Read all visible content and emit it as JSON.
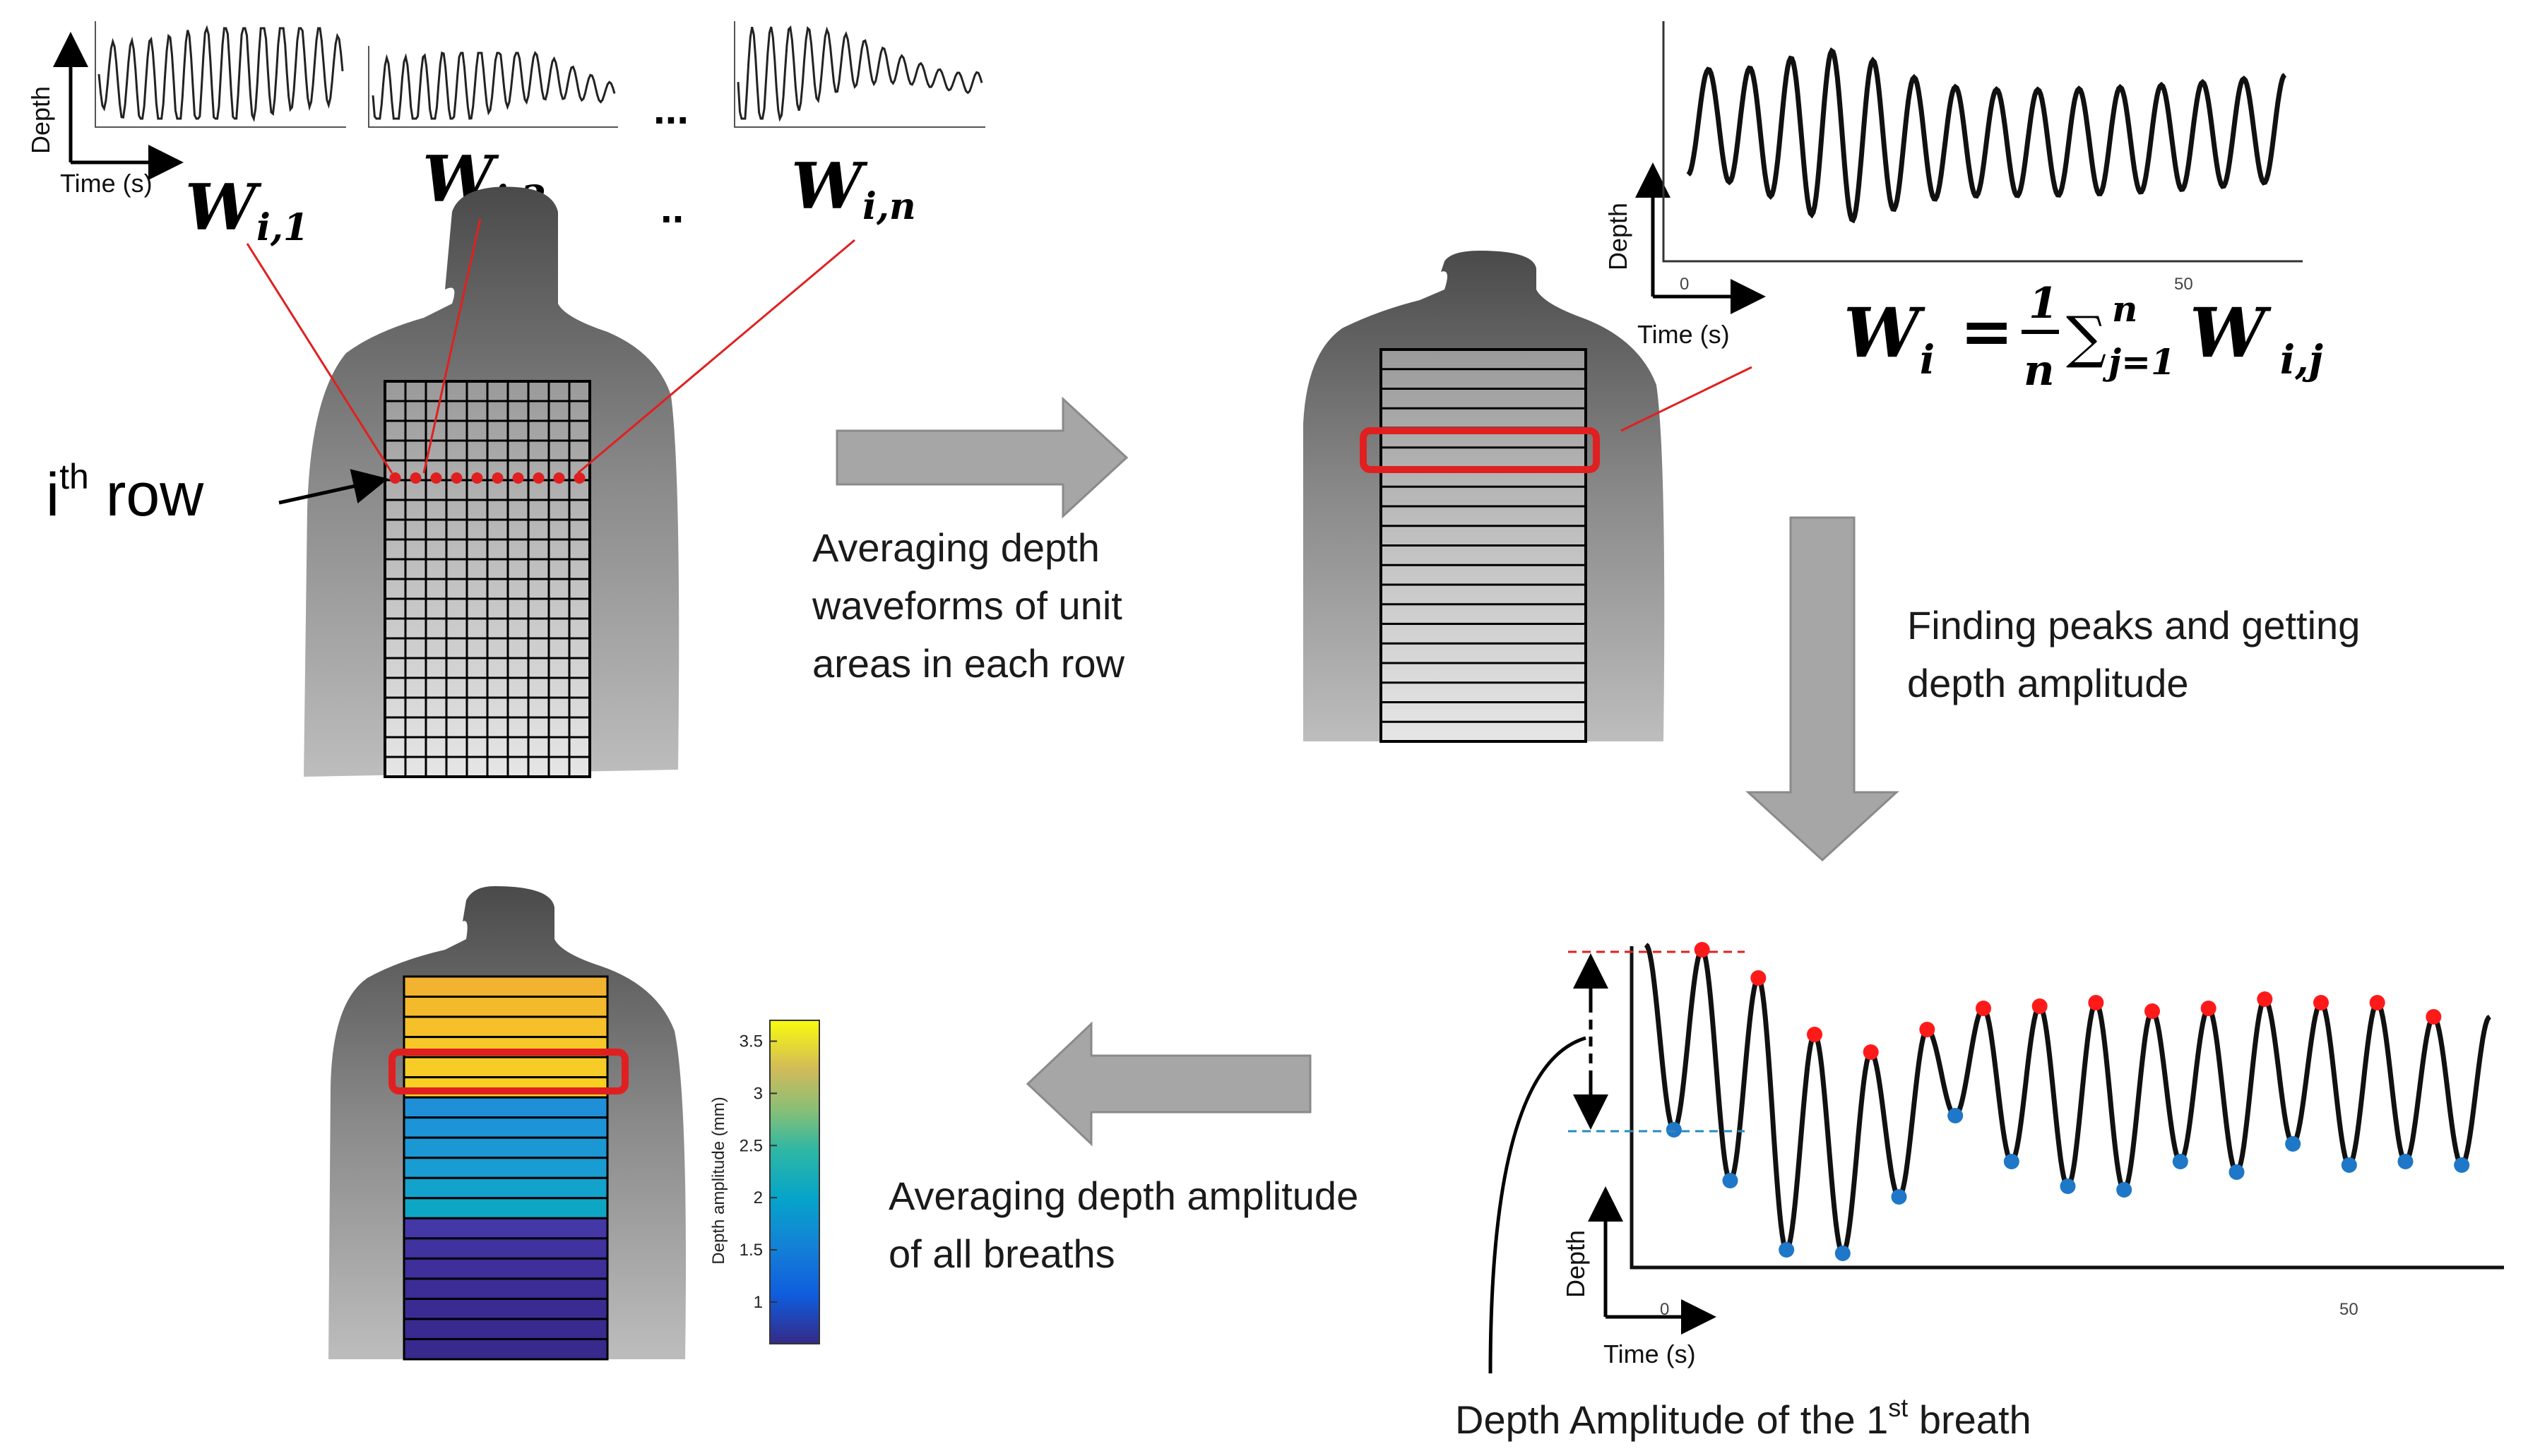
{
  "mini_plots": {
    "y_label": "Depth",
    "x_label": "Time (s)",
    "ellipsis": "...",
    "ellipsis_lower": ".."
  },
  "row_label": {
    "base": "i",
    "sup": "th",
    "rest": " row"
  },
  "w_labels": [
    {
      "base": "W",
      "sub": "i,1"
    },
    {
      "base": "W",
      "sub": "i,2"
    },
    {
      "base": "W",
      "sub": "i,n"
    }
  ],
  "top_right_plot": {
    "y_label": "Depth",
    "x_label": "Time (s)",
    "ticks": [
      "0",
      "50"
    ]
  },
  "formula": {
    "lhs": "W",
    "lhs_sub": "i",
    "eq": "=",
    "frac_num": "1",
    "frac_den": "n",
    "sum": "∑",
    "sum_sup": "n",
    "sum_sub": "j=1",
    "rhs": "W",
    "rhs_sub": "i,j"
  },
  "captions": {
    "averaging_rows": [
      "Averaging depth",
      "waveforms of unit",
      "areas in each row"
    ],
    "finding_peaks": [
      "Finding peaks and getting",
      "depth amplitude"
    ],
    "averaging_breaths": [
      "Averaging depth amplitude",
      "of all breaths"
    ],
    "first_breath": {
      "text": "Depth Amplitude of the 1",
      "sup": "st",
      "rest": " breath"
    }
  },
  "colorbar": {
    "label": "Depth amplitude (mm)",
    "ticks": [
      "3.5",
      "3",
      "2.5",
      "2",
      "1.5",
      "1"
    ]
  },
  "peak_plot": {
    "y_label": "Depth",
    "x_label": "Time (s)",
    "ticks": [
      "0",
      "50"
    ]
  },
  "colors": {
    "grid_line": "#000000",
    "highlight": "#e02020",
    "arrow_fill": "#a6a6a6",
    "peak": "#ff1a1a",
    "trough": "#1f77c8"
  }
}
